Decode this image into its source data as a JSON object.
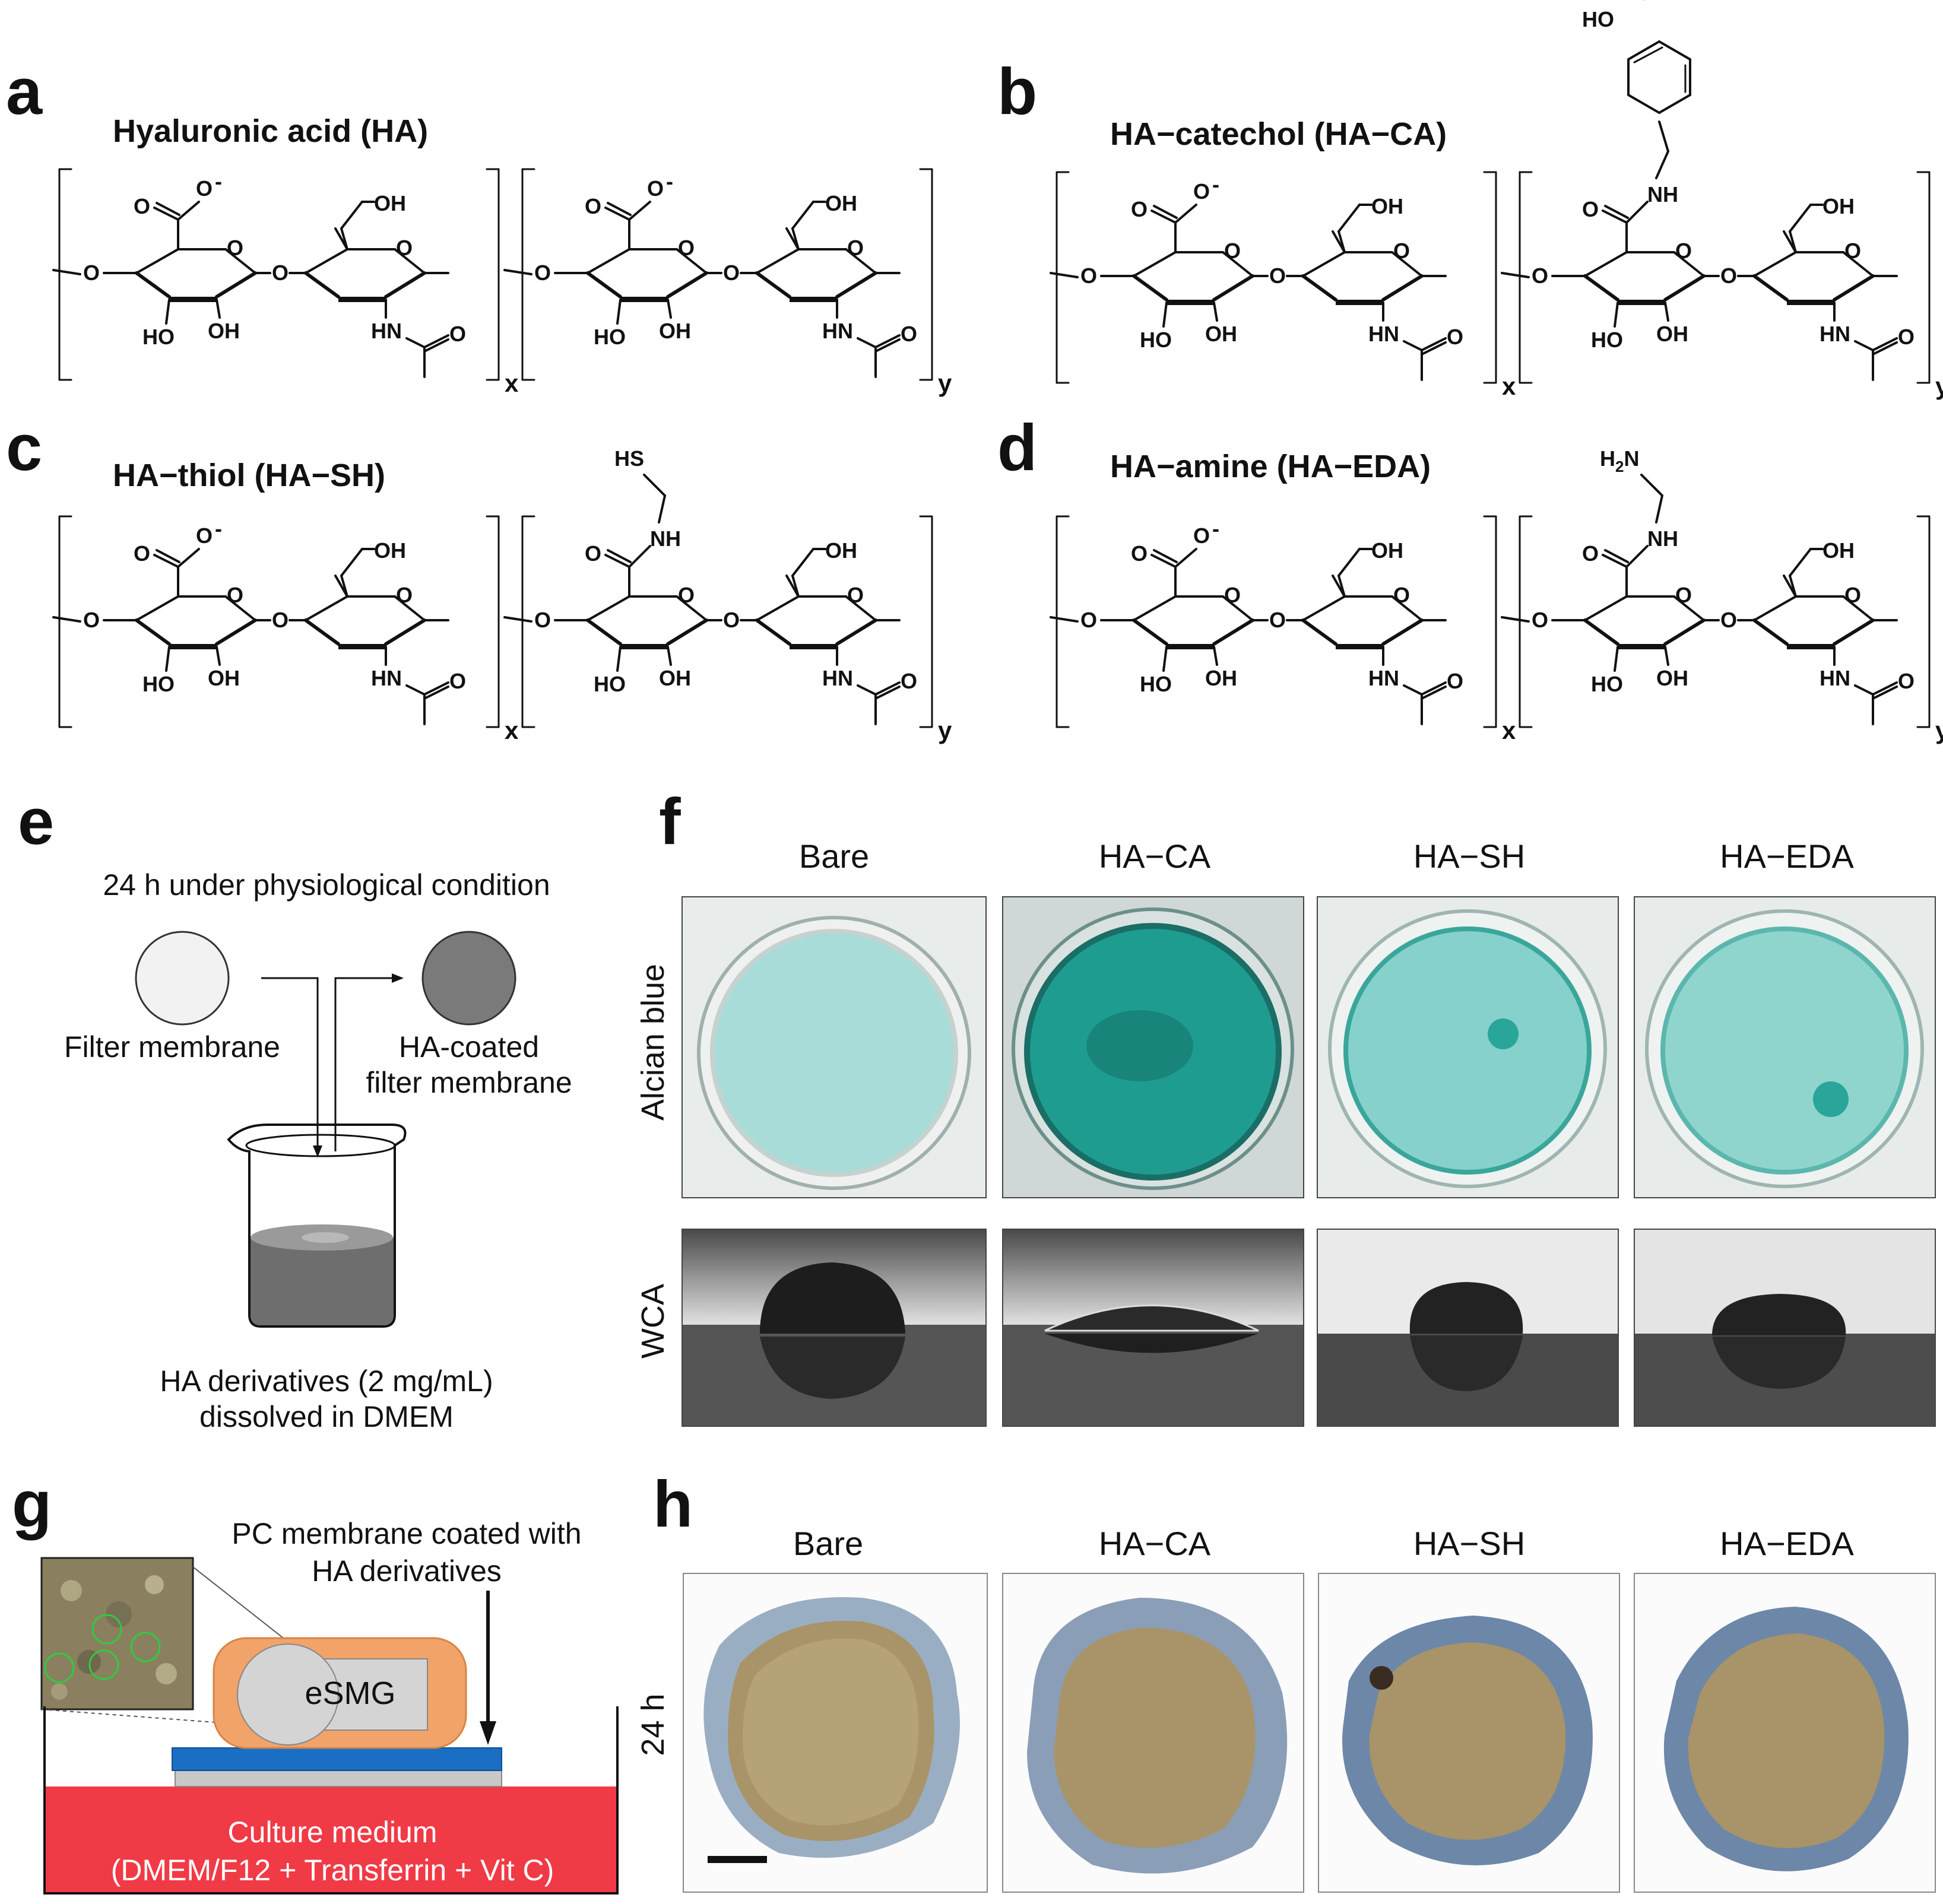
{
  "panels": {
    "a": {
      "letter": "a",
      "title": "Hyaluronic acid (HA)"
    },
    "b": {
      "letter": "b",
      "title": "HA−catechol (HA−CA)"
    },
    "c": {
      "letter": "c",
      "title": "HA−thiol (HA−SH)"
    },
    "d": {
      "letter": "d",
      "title": "HA−amine (HA−EDA)"
    },
    "e": {
      "letter": "e"
    },
    "f": {
      "letter": "f"
    },
    "g": {
      "letter": "g"
    },
    "h": {
      "letter": "h"
    }
  },
  "chem": {
    "O_minus": "O",
    "minus": "-",
    "O": "O",
    "OH": "OH",
    "HO": "HO",
    "HN": "HN",
    "NH": "NH",
    "HS": "HS",
    "H2N": "H",
    "H2N_sub": "2",
    "H2N_N": "N",
    "x": "x",
    "y": "y"
  },
  "e": {
    "top_text": "24 h under physiological condition",
    "filter": "Filter membrane",
    "coated_line1": "HA-coated",
    "coated_line2": "filter membrane",
    "bottom_line1": "HA derivatives (2 mg/mL)",
    "bottom_line2": "dissolved in DMEM",
    "colors": {
      "filter": "#f2f2f2",
      "coated": "#7a7a7a",
      "liquid": "#6e6e6e"
    }
  },
  "f": {
    "columns": [
      "Bare",
      "HA−CA",
      "HA−SH",
      "HA−EDA"
    ],
    "row_alcian": "Alcian blue",
    "row_wca": "WCA",
    "colors": {
      "alcian_light": "#a8dcd8",
      "alcian_dark": "#1f9c90"
    }
  },
  "g": {
    "pc_line1": "PC membrane coated with",
    "pc_line2": "HA derivatives",
    "esmg": "eSMG",
    "medium_line1": "Culture medium",
    "medium_line2": "(DMEM/F12 + Transferrin + Vit C)",
    "colors": {
      "medium": "#f03a46",
      "membrane": "#1a6fc4",
      "tissue": "#f2a36a"
    }
  },
  "h": {
    "columns": [
      "Bare",
      "HA−CA",
      "HA−SH",
      "HA−EDA"
    ],
    "row": "24 h"
  }
}
